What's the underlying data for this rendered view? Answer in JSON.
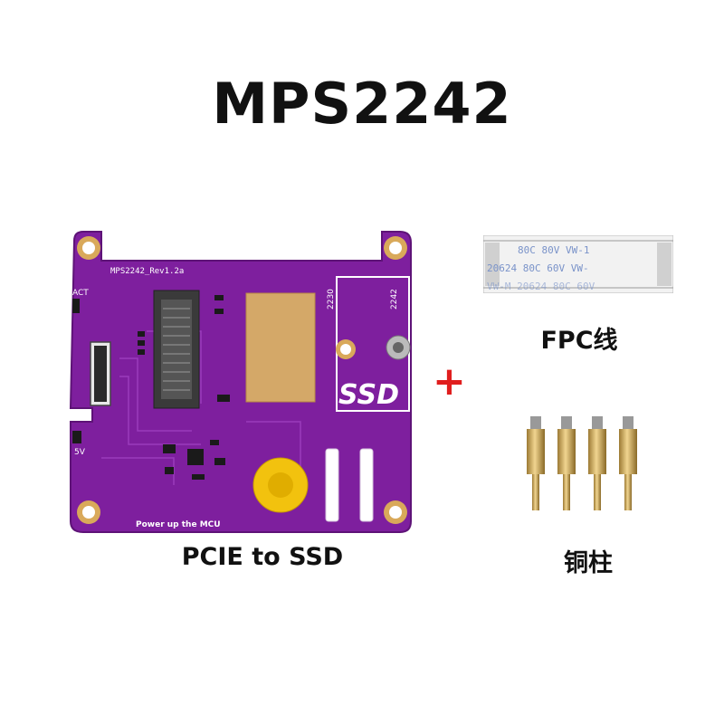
{
  "header": {
    "title": "MPS2242"
  },
  "board": {
    "caption": "PCIE to SSD",
    "silkscreen": {
      "model": "MPS2242_Rev1.2a",
      "act": "ACT",
      "v5": "5V",
      "size_2230": "2230",
      "size_2242": "2242",
      "ssd": "SSD",
      "power_note": "Power up the MCU"
    },
    "colors": {
      "pcb": "#7e1f9e",
      "pcb_dark": "#5e1377",
      "gold": "#d9a95a"
    }
  },
  "plus_sign": "+",
  "fpc": {
    "caption": "FPC线",
    "print_lines": [
      "80C  80V  VW-1",
      "20624  80C  60V  VW-",
      "VW-M  20624  80C  60V"
    ]
  },
  "standoffs": {
    "caption": "铜柱",
    "count": 4
  }
}
